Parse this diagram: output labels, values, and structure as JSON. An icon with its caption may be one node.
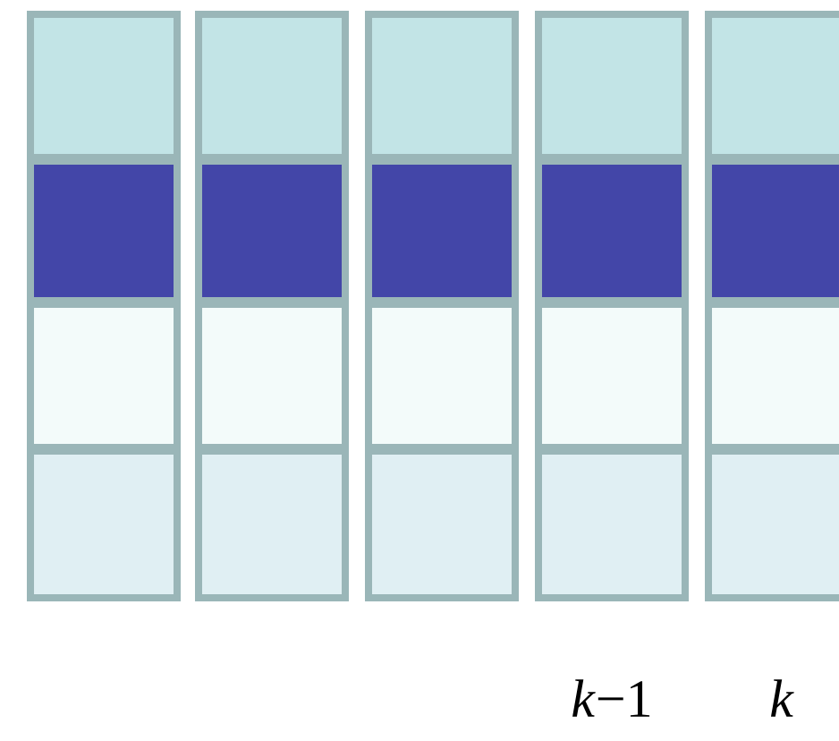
{
  "diagram": {
    "nodes": [
      {
        "text": [],
        "shape": "box"
      },
      {
        "text": [],
        "shape": "box"
      },
      {
        "text": [],
        "shape": "box"
      },
      {
        "text": [],
        "shape": "box"
      },
      {
        "text": [],
        "shape": "box"
      },
      {
        "text": [],
        "shape": "box"
      },
      {
        "text": [],
        "shape": "box"
      },
      {
        "text": [],
        "shape": "box"
      },
      {
        "text": [],
        "shape": "box"
      },
      {
        "text": [],
        "shape": "box"
      },
      {
        "text": [],
        "shape": "box"
      },
      {
        "text": [],
        "shape": "box"
      },
      {
        "text": [],
        "shape": "box"
      },
      {
        "text": [],
        "shape": "box"
      },
      {
        "text": [],
        "shape": "box"
      },
      {
        "text": [],
        "shape": "box"
      },
      {
        "text": [],
        "shape": "box"
      },
      {
        "text": [],
        "shape": "box"
      },
      {
        "text": [],
        "shape": "box"
      },
      {
        "text": [],
        "shape": "box"
      }
    ],
    "labels": [
      "*k*−1",
      "*k*"
    ]
  }
}
